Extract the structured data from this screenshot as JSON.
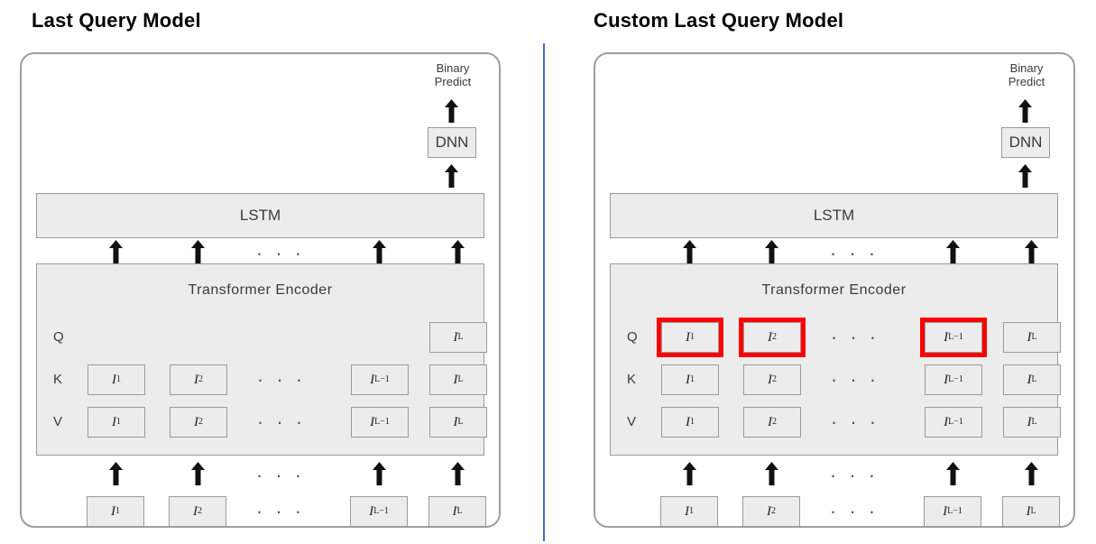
{
  "page": {
    "divider_color": "#4472C4",
    "box_fill": "#ECECEC",
    "box_stroke": "#9A9A9A",
    "highlight_color": "#FF0000"
  },
  "panels": [
    {
      "id": "last-query-model",
      "title": "Last Query Model",
      "output_label": "Binary\nPredict",
      "output_label_line1": "Binary",
      "output_label_line2": "Predict",
      "dnn_label": "DNN",
      "lstm_label": "LSTM",
      "encoder_label": "Transformer Encoder",
      "row_labels": [
        "Q",
        "K",
        "V"
      ],
      "ellipsis": "· · ·",
      "columns": [
        "I_1",
        "I_2",
        "ellipsis",
        "I_{L-1}",
        "I_L"
      ],
      "rows": {
        "Q": [
          {
            "base": "",
            "sub": "",
            "present": false
          },
          {
            "base": "",
            "sub": "",
            "present": false
          },
          {
            "base": "",
            "sub": "",
            "present": false
          },
          {
            "base": "",
            "sub": "",
            "present": false
          },
          {
            "base": "I",
            "sub": "L",
            "present": true,
            "highlight": false
          }
        ],
        "K": [
          {
            "base": "I",
            "sub": "1",
            "present": true,
            "highlight": false
          },
          {
            "base": "I",
            "sub": "2",
            "present": true,
            "highlight": false
          },
          {
            "base": "",
            "sub": "",
            "present": false
          },
          {
            "base": "I",
            "sub": "L−1",
            "present": true,
            "highlight": false
          },
          {
            "base": "I",
            "sub": "L",
            "present": true,
            "highlight": false
          }
        ],
        "V": [
          {
            "base": "I",
            "sub": "1",
            "present": true,
            "highlight": false
          },
          {
            "base": "I",
            "sub": "2",
            "present": true,
            "highlight": false
          },
          {
            "base": "",
            "sub": "",
            "present": false
          },
          {
            "base": "I",
            "sub": "L−1",
            "present": true,
            "highlight": false
          },
          {
            "base": "I",
            "sub": "L",
            "present": true,
            "highlight": false
          }
        ]
      },
      "inputs": [
        {
          "base": "I",
          "sub": "1"
        },
        {
          "base": "I",
          "sub": "2"
        },
        {
          "base": "",
          "sub": ""
        },
        {
          "base": "I",
          "sub": "L−1"
        },
        {
          "base": "I",
          "sub": "L"
        }
      ]
    },
    {
      "id": "custom-last-query-model",
      "title": "Custom Last Query Model",
      "output_label": "Binary\nPredict",
      "output_label_line1": "Binary",
      "output_label_line2": "Predict",
      "dnn_label": "DNN",
      "lstm_label": "LSTM",
      "encoder_label": "Transformer Encoder",
      "row_labels": [
        "Q",
        "K",
        "V"
      ],
      "ellipsis": "· · ·",
      "columns": [
        "I_1",
        "I_2",
        "ellipsis",
        "I_{L-1}",
        "I_L"
      ],
      "rows": {
        "Q": [
          {
            "base": "I",
            "sub": "1",
            "present": true,
            "highlight": true
          },
          {
            "base": "I",
            "sub": "2",
            "present": true,
            "highlight": true
          },
          {
            "base": "",
            "sub": "",
            "present": false
          },
          {
            "base": "I",
            "sub": "L−1",
            "present": true,
            "highlight": true
          },
          {
            "base": "I",
            "sub": "L",
            "present": true,
            "highlight": false
          }
        ],
        "K": [
          {
            "base": "I",
            "sub": "1",
            "present": true,
            "highlight": false
          },
          {
            "base": "I",
            "sub": "2",
            "present": true,
            "highlight": false
          },
          {
            "base": "",
            "sub": "",
            "present": false
          },
          {
            "base": "I",
            "sub": "L−1",
            "present": true,
            "highlight": false
          },
          {
            "base": "I",
            "sub": "L",
            "present": true,
            "highlight": false
          }
        ],
        "V": [
          {
            "base": "I",
            "sub": "1",
            "present": true,
            "highlight": false
          },
          {
            "base": "I",
            "sub": "2",
            "present": true,
            "highlight": false
          },
          {
            "base": "",
            "sub": "",
            "present": false
          },
          {
            "base": "I",
            "sub": "L−1",
            "present": true,
            "highlight": false
          },
          {
            "base": "I",
            "sub": "L",
            "present": true,
            "highlight": false
          }
        ]
      },
      "inputs": [
        {
          "base": "I",
          "sub": "1"
        },
        {
          "base": "I",
          "sub": "2"
        },
        {
          "base": "",
          "sub": ""
        },
        {
          "base": "I",
          "sub": "L−1"
        },
        {
          "base": "I",
          "sub": "L"
        }
      ]
    }
  ]
}
